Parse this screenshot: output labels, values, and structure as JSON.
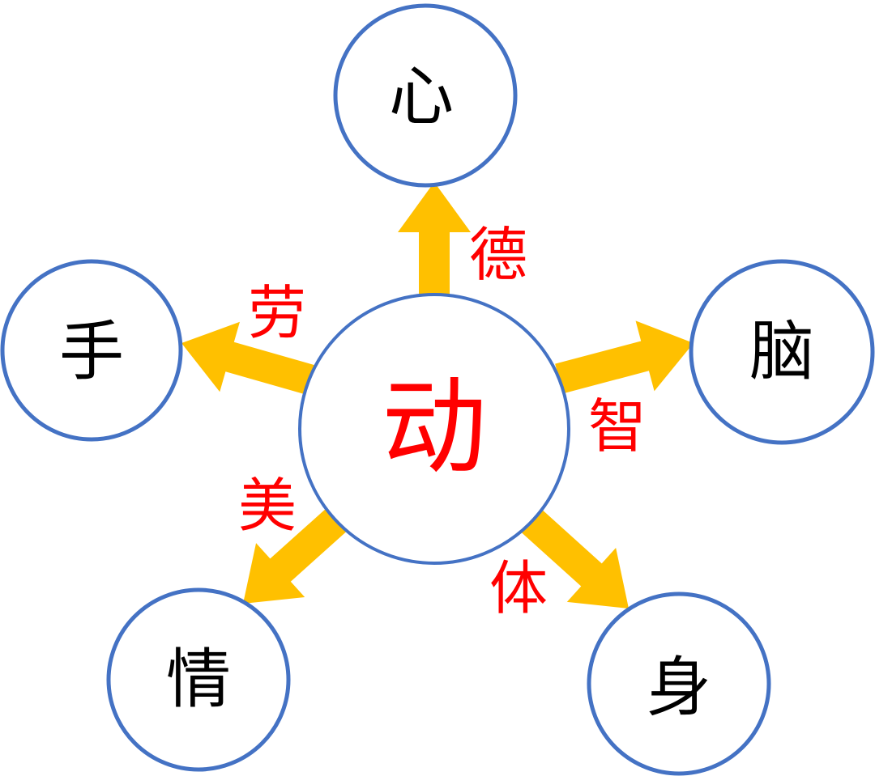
{
  "colors": {
    "circle_stroke": "#4472C4",
    "arrow": "#FFC000",
    "label": "#FF0000",
    "node_text": "#000000"
  },
  "center": {
    "label": "动"
  },
  "nodes": [
    {
      "id": "heart",
      "label": "心",
      "edge_label": "德"
    },
    {
      "id": "brain",
      "label": "脑",
      "edge_label": "智"
    },
    {
      "id": "body",
      "label": "身",
      "edge_label": "体"
    },
    {
      "id": "emotion",
      "label": "情",
      "edge_label": "美"
    },
    {
      "id": "hand",
      "label": "手",
      "edge_label": "劳"
    }
  ]
}
